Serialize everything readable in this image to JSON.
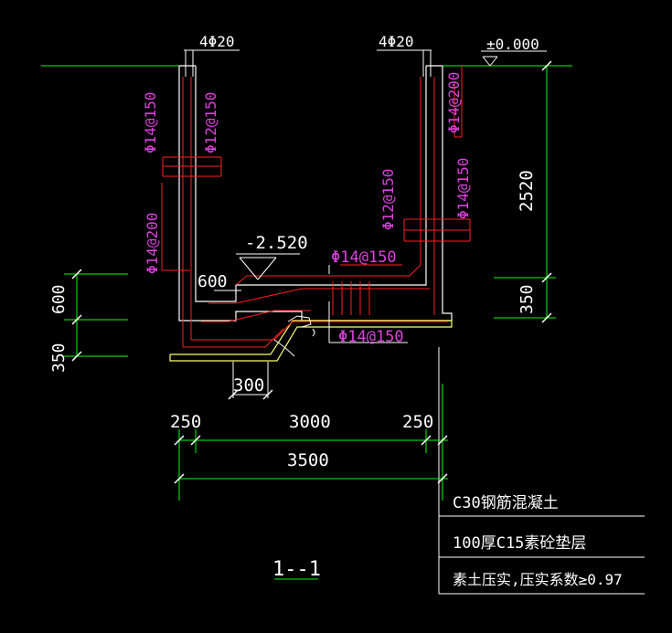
{
  "drawing": {
    "section_title": "1--1",
    "colors": {
      "background": "#000000",
      "concrete_outline": "#ffffff",
      "grade_line": "#00ff00",
      "dimension": "#00ff00",
      "rebar": "#ff2020",
      "rebar_label": "#e040e0",
      "cushion": "#ffff66"
    },
    "top_rebar": {
      "left": "4Φ20",
      "right": "4Φ20"
    },
    "elevations": {
      "top": "±0.000",
      "bottom": "-2.520"
    },
    "rebar_labels": {
      "left_wall_outer": "Φ14@150",
      "left_wall_inner": "Φ12@150",
      "left_wall_lower": "Φ14@200",
      "right_wall_outer_top": "Φ14@200",
      "right_wall_inner": "Φ12@150",
      "right_wall_outer_lower": "Φ14@150",
      "slab_top": "Φ14@150",
      "slab_bottom": "Φ14@150"
    },
    "dimensions": {
      "haunch": "600",
      "step_height": "600",
      "slab_thickness_left": "350",
      "slab_thickness_right": "350",
      "wall_height": "2520",
      "pit_width": "300",
      "wall_left": "250",
      "clear_span": "3000",
      "wall_right": "250",
      "total_width": "3500"
    },
    "notes": [
      "C30钢筋混凝土",
      "100厚C15素砼垫层",
      "素土压实,压实系数≥0.97"
    ]
  }
}
